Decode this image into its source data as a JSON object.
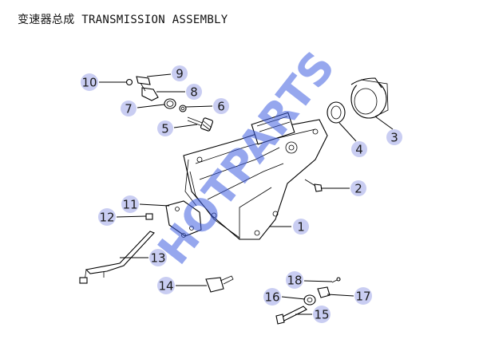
{
  "title": "变速器总成 TRANSMISSION ASSEMBLY",
  "watermark": "HOTPARTS",
  "colors": {
    "callout_bubble": "#c9cdf2",
    "watermark": "#3f5fe0"
  },
  "callouts": [
    "1",
    "2",
    "3",
    "4",
    "5",
    "6",
    "7",
    "8",
    "9",
    "10",
    "11",
    "12",
    "13",
    "14",
    "15",
    "16",
    "17",
    "18"
  ]
}
